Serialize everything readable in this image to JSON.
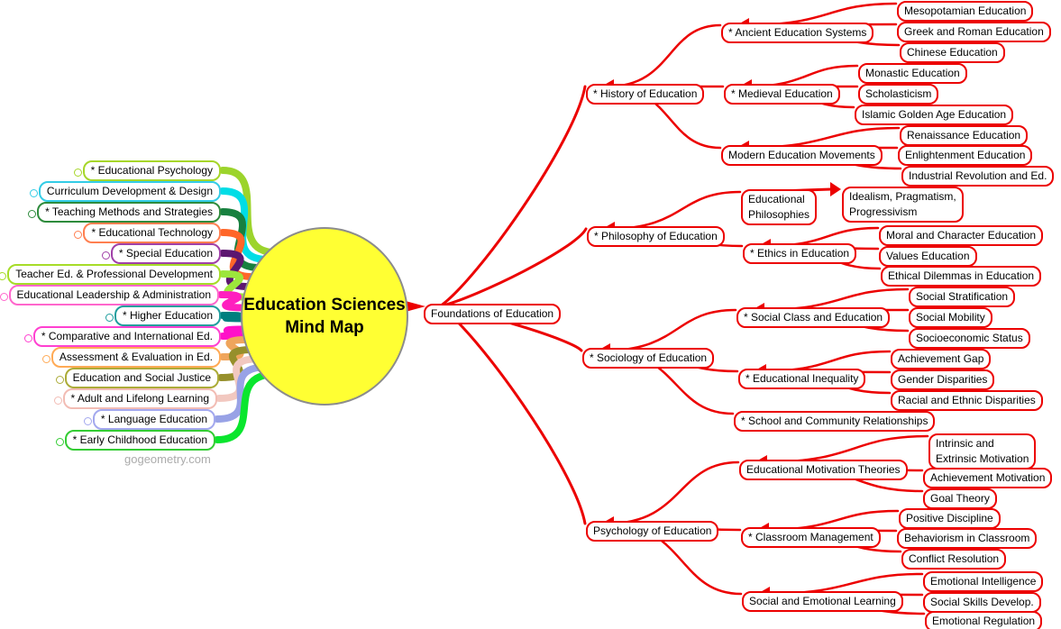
{
  "center": {
    "line1": "Education Sciences",
    "line2": "Mind Map"
  },
  "watermark": "gogeometry.com",
  "colors": {
    "accent_red": "#EC0000",
    "circle_fill": "#FFFF33",
    "circle_border": "#8C8C8C",
    "watermark_gray": "#ABABAB"
  },
  "root": {
    "label": "Foundations of Education"
  },
  "left_branches": [
    {
      "label": "* Educational Psychology",
      "border": "#A6D629",
      "ribbon": "#9CD42C"
    },
    {
      "label": "Curriculum Development & Design",
      "border": "#33CCE6",
      "ribbon": "#00DDE6"
    },
    {
      "label": "* Teaching Methods and Strategies",
      "border": "#2E8B3C",
      "ribbon": "#17803F"
    },
    {
      "label": "* Educational Technology",
      "border": "#FF7F50",
      "ribbon": "#FF6629"
    },
    {
      "label": "* Special Education",
      "border": "#A040A8",
      "ribbon": "#5C1670"
    },
    {
      "label": "Teacher Ed. & Professional Development",
      "border": "#A6DC28",
      "ribbon": "#9CE63C"
    },
    {
      "label": "Educational Leadership & Administration",
      "border": "#FF66CC",
      "ribbon": "#FF1FBF"
    },
    {
      "label": "* Higher Education",
      "border": "#1F9E9E",
      "ribbon": "#007F7F"
    },
    {
      "label": "* Comparative and International Ed.",
      "border": "#FF40D0",
      "ribbon": "#FF10C8"
    },
    {
      "label": "Assessment & Evaluation in Ed.",
      "border": "#FFAA55",
      "ribbon": "#EFA55C"
    },
    {
      "label": "Education and Social Justice",
      "border": "#ABAB37",
      "ribbon": "#968F2B"
    },
    {
      "label": "* Adult and Lifelong Learning",
      "border": "#F2BCB4",
      "ribbon": "#F2C8C0"
    },
    {
      "label": "* Language Education",
      "border": "#A3A8EE",
      "ribbon": "#98A2E6"
    },
    {
      "label": "* Early Childhood Education",
      "border": "#33CC33",
      "ribbon": "#0AE62E"
    }
  ],
  "right_tree": [
    {
      "label": "* History of Education",
      "children": [
        {
          "label": "* Ancient Education Systems",
          "children": [
            "Mesopotamian Education",
            "Greek and Roman Education",
            "Chinese Education"
          ]
        },
        {
          "label": "* Medieval Education",
          "children": [
            "Monastic Education",
            "Scholasticism",
            "Islamic Golden Age Education"
          ]
        },
        {
          "label": "Modern Education Movements",
          "children": [
            "Renaissance Education",
            "Enlightenment Education",
            "Industrial Revolution and Ed."
          ]
        }
      ]
    },
    {
      "label": "* Philosophy of Education",
      "children": [
        {
          "label": "Educational\nPhilosophies",
          "children": [
            "Idealism, Pragmatism,\nProgressivism"
          ]
        },
        {
          "label": "* Ethics in Education",
          "children": [
            "Moral and Character Education",
            "Values Education",
            "Ethical Dilemmas in Education"
          ]
        }
      ]
    },
    {
      "label": "* Sociology of Education",
      "children": [
        {
          "label": "* Social Class and Education",
          "children": [
            "Social Stratification",
            "Social Mobility",
            "Socioeconomic Status"
          ]
        },
        {
          "label": "* Educational Inequality",
          "children": [
            "Achievement Gap",
            "Gender Disparities",
            "Racial and Ethnic Disparities"
          ]
        },
        {
          "label": "* School and Community Relationships",
          "children": []
        }
      ]
    },
    {
      "label": "Psychology of Education",
      "children": [
        {
          "label": "Educational Motivation Theories",
          "children": [
            "Intrinsic and\nExtrinsic Motivation",
            "Achievement Motivation",
            "Goal Theory"
          ]
        },
        {
          "label": "* Classroom Management",
          "children": [
            "Positive Discipline",
            "Behaviorism in Classroom",
            "Conflict Resolution"
          ]
        },
        {
          "label": "Social and Emotional Learning",
          "children": [
            "Emotional Intelligence",
            "Social Skills Develop.",
            "Emotional Regulation"
          ]
        }
      ]
    }
  ]
}
